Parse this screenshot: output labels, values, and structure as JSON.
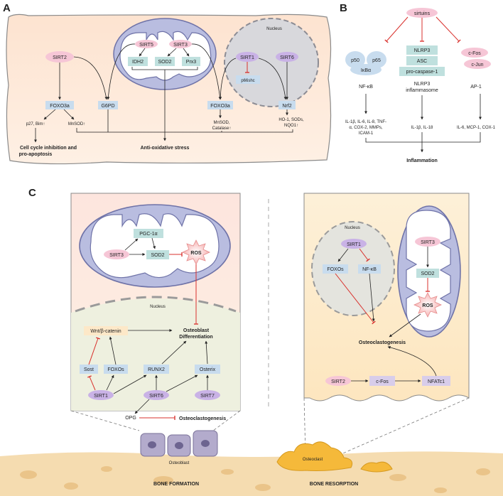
{
  "panels": {
    "a": "A",
    "b": "B",
    "c": "C"
  },
  "panel_a": {
    "sirt2": "SIRT2",
    "foxo3a_left": "FOXO3a",
    "p27_bim": "p27, Bim↑",
    "mnsod_left": "MnSOD↑",
    "cell_cycle_1": "Cell cycle inhibition and",
    "cell_cycle_2": "pro-apoptosis",
    "g6pd": "G6PD",
    "sirt5": "SIRT5",
    "sirt3": "SIRT3",
    "idh2": "IDH2",
    "sod2": "SOD2",
    "prx3": "Prx3",
    "nucleus": "Nucleus",
    "sirt1": "SIRT1",
    "sirt6": "SIRT6",
    "p66shc": "p66shc",
    "foxo3a_right": "FOXO3a",
    "mnsod_catalase_1": "MnSOD,",
    "mnsod_catalase_2": "Catalase↑",
    "nrf2": "Nrf2",
    "ho1_1": "HO-1, SODs,",
    "ho1_2": "NQO1↑",
    "anti_oxidative": "Anti-oxidative stress"
  },
  "panel_b": {
    "sirtuins": "sirtuins",
    "p50": "p50",
    "p65": "p65",
    "ikba": "IκBα",
    "nfkb": "NF-κB",
    "nlrp3": "NLRP3",
    "asc": "ASC",
    "procaspase": "pro-caspase-1",
    "nlrp3_inf_1": "NLRP3",
    "nlrp3_inf_2": "inflammasome",
    "cfos": "c-Fos",
    "cjun": "c-Jun",
    "ap1": "AP-1",
    "cyto1_1": "IL-1β, IL-6, IL-8, TNF-",
    "cyto1_2": "α, COX-2, MMPs,",
    "cyto1_3": "ICAM-1",
    "cyto2": "IL-1β, IL-18",
    "cyto3": "IL-6, MCP-1, COX-1",
    "inflammation": "Inflammation"
  },
  "panel_c_left": {
    "pgc1a": "PGC-1α",
    "sirt3": "SIRT3",
    "sod2": "SOD2",
    "ros": "ROS",
    "nucleus": "Nucleus",
    "wnt": "Wnt/β-catenin",
    "osteoblast_diff_1": "Osteoblast",
    "osteoblast_diff_2": "Differentiation",
    "sost": "Sost",
    "foxos": "FOXOs",
    "runx2": "RUNX2",
    "osterix": "Osterix",
    "sirt1": "SIRT1",
    "sirt6": "SIRT6",
    "sirt7": "SIRT7",
    "opg": "OPG",
    "osteoclastogenesis": "Osteoclastogenesis"
  },
  "panel_c_right": {
    "nucleus": "Nucleus",
    "sirt1": "SIRT1",
    "foxos": "FOXOs",
    "nfkb": "NF-κB",
    "sirt3": "SIRT3",
    "sod2": "SOD2",
    "ros": "ROS",
    "osteoclastogenesis": "Osteoclastogenesis",
    "sirt2": "SIRT2",
    "cfos": "c-Fos",
    "nfatc1": "NFATc1"
  },
  "bone": {
    "osteoblast": "Osteoblast",
    "osteoclast": "Osteoclast",
    "bone_formation": "BONE FORMATION",
    "bone_resorption": "BONE RESORPTION"
  },
  "colors": {
    "sirt_pink": "#f6c6d6",
    "sirt_purple": "#c9b2e6",
    "box_blue": "#c8dcee",
    "box_teal": "#bfe0de",
    "mito_fill": "#b9bde0",
    "inhibit_red": "#d9302c",
    "bone_tan": "#f5dcb0"
  }
}
